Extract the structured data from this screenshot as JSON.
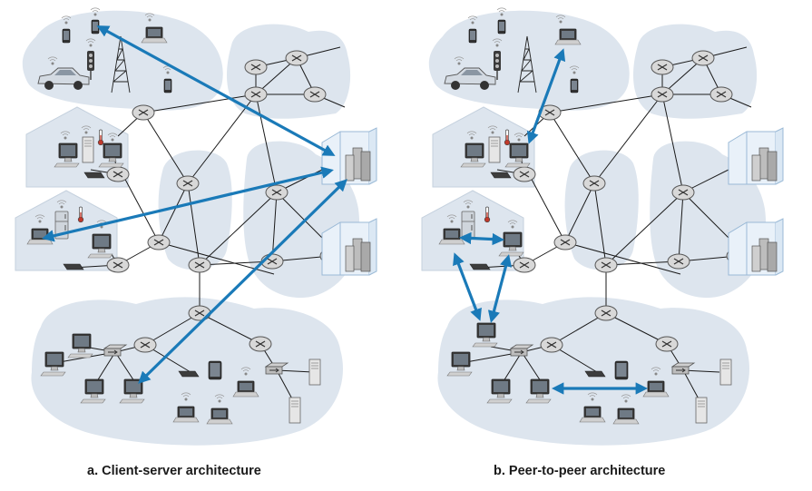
{
  "captions": {
    "client_server": "a. Client-server architecture",
    "peer_to_peer": "b. Peer-to-peer architecture"
  },
  "colors": {
    "cloud": "#dde5ee",
    "link": "#1a1a1a",
    "arrow": "#1a7ab8",
    "router_fill": "#d9d9d9",
    "router_stroke": "#555555",
    "datacenter": "#a8c6e0",
    "house": "#dde5ee"
  },
  "panels": [
    {
      "id": "client-server",
      "device_icons": [
        "phone-icon",
        "laptop-icon",
        "car-icon",
        "traffic-light-icon",
        "cell-tower-icon",
        "pc-icon",
        "fridge-icon",
        "thermometer-icon",
        "server-rack-icon",
        "router-icon",
        "switch-icon",
        "modem-icon",
        "tablet-icon",
        "datacenter-icon",
        "home-icon"
      ]
    },
    {
      "id": "peer-to-peer",
      "device_icons": [
        "phone-icon",
        "laptop-icon",
        "car-icon",
        "traffic-light-icon",
        "cell-tower-icon",
        "pc-icon",
        "fridge-icon",
        "thermometer-icon",
        "server-rack-icon",
        "router-icon",
        "switch-icon",
        "modem-icon",
        "tablet-icon",
        "datacenter-icon",
        "home-icon"
      ]
    }
  ]
}
